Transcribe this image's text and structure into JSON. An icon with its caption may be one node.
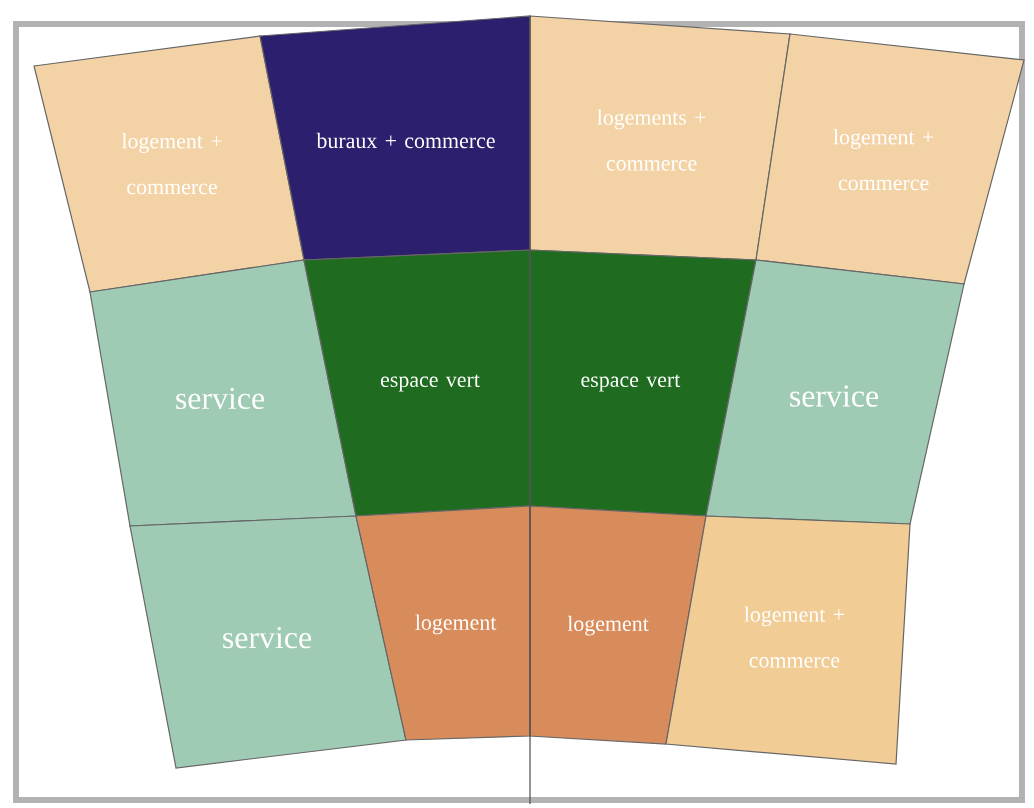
{
  "diagram": {
    "nodes": [
      {
        "text": [
          "logement + commerce"
        ]
      },
      {
        "text": [
          "buraux + commerce"
        ]
      },
      {
        "text": [
          "logements + commerce"
        ]
      },
      {
        "text": [
          "logement + commerce"
        ]
      },
      {
        "text": [
          "service"
        ]
      },
      {
        "text": [
          "espace vert"
        ]
      },
      {
        "text": [
          "espace vert"
        ]
      },
      {
        "text": [
          "service"
        ]
      },
      {
        "text": [
          "service"
        ]
      },
      {
        "text": [
          "logement"
        ]
      },
      {
        "text": [
          "logement"
        ]
      },
      {
        "text": [
          "logement + commerce"
        ]
      }
    ]
  }
}
